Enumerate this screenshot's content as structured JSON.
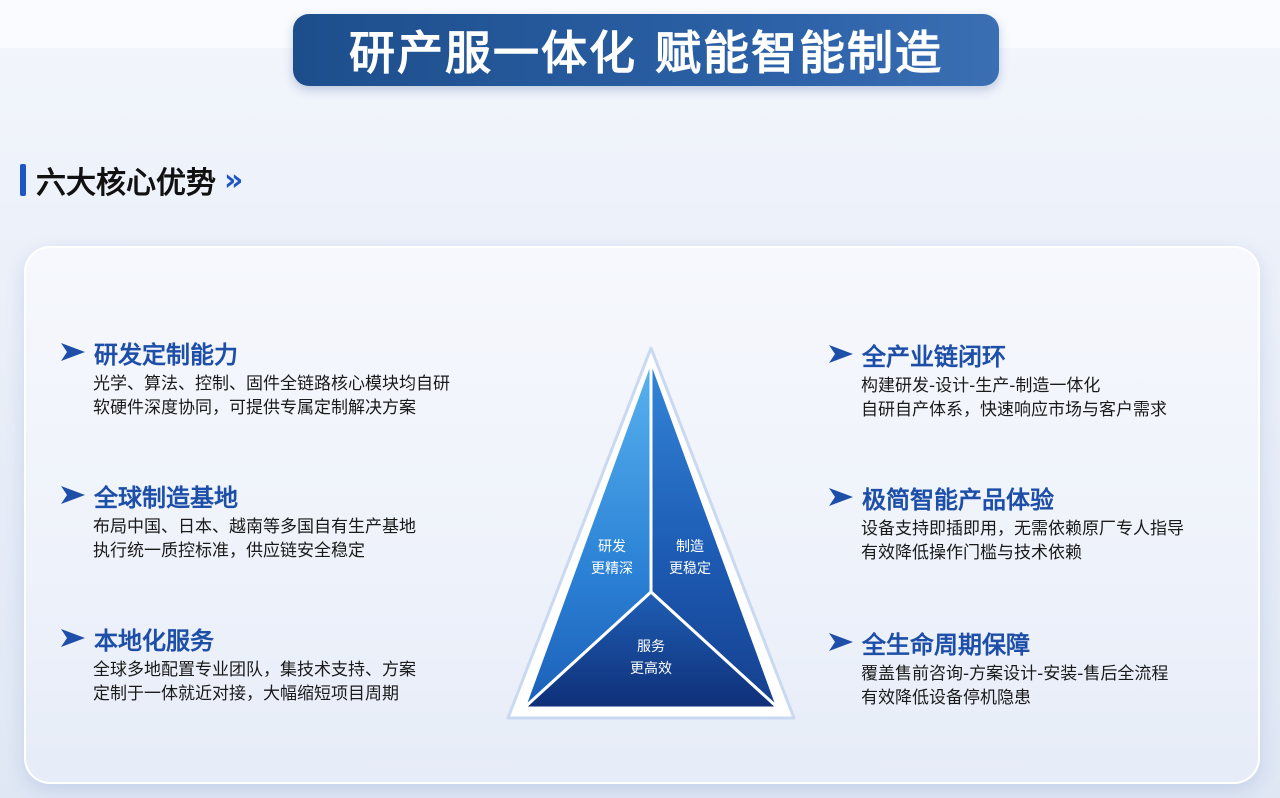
{
  "banner": {
    "title": "研产服一体化 赋能智能制造"
  },
  "section": {
    "title": "六大核心优势",
    "arrow": "»"
  },
  "features": [
    {
      "title": "研发定制能力",
      "lines": [
        "光学、算法、控制、固件全链路核心模块均自研",
        "软硬件深度协同，可提供专属定制解决方案"
      ]
    },
    {
      "title": "全球制造基地",
      "lines": [
        "布局中国、日本、越南等多国自有生产基地",
        "执行统一质控标准，供应链安全稳定"
      ]
    },
    {
      "title": "本地化服务",
      "lines": [
        "全球多地配置专业团队，集技术支持、方案",
        "定制于一体就近对接，大幅缩短项目周期"
      ]
    },
    {
      "title": "全产业链闭环",
      "lines": [
        "构建研发-设计-生产-制造一体化",
        "自研自产体系，快速响应市场与客户需求"
      ]
    },
    {
      "title": "极简智能产品体验",
      "lines": [
        "设备支持即插即用，无需依赖原厂专人指导",
        "有效降低操作门槛与技术依赖"
      ]
    },
    {
      "title": "全生命周期保障",
      "lines": [
        "覆盖售前咨询-方案设计-安装-售后全流程",
        "有效降低设备停机隐患"
      ]
    }
  ],
  "triangle": {
    "left": [
      "研发",
      "更精深"
    ],
    "right": [
      "制造",
      "更稳定"
    ],
    "bottom": [
      "服务",
      "更高效"
    ]
  },
  "colors": {
    "accent": "#1f56c4",
    "banner": "#2d62a8",
    "feature_title": "#1e4fa8"
  }
}
